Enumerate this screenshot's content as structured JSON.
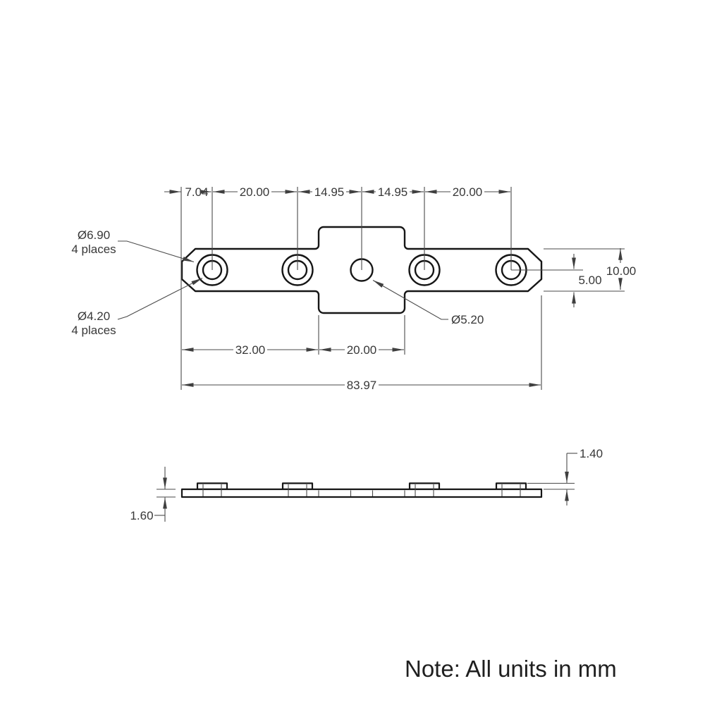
{
  "note": "Note: All units in mm",
  "top_view": {
    "chain_dims": [
      "7.04",
      "20.00",
      "14.95",
      "14.95",
      "20.00"
    ],
    "width_dims": [
      "32.00",
      "20.00",
      "83.97"
    ],
    "height_dim": "10.00",
    "hole_offset_dim": "5.00",
    "counterbore_label": [
      "Ø6.90",
      "4 places"
    ],
    "hole_label": [
      "Ø4.20",
      "4 places"
    ],
    "center_hole_label": "Ø5.20"
  },
  "side_view": {
    "thickness_dim": "1.60",
    "boss_height_dim": "1.40"
  }
}
